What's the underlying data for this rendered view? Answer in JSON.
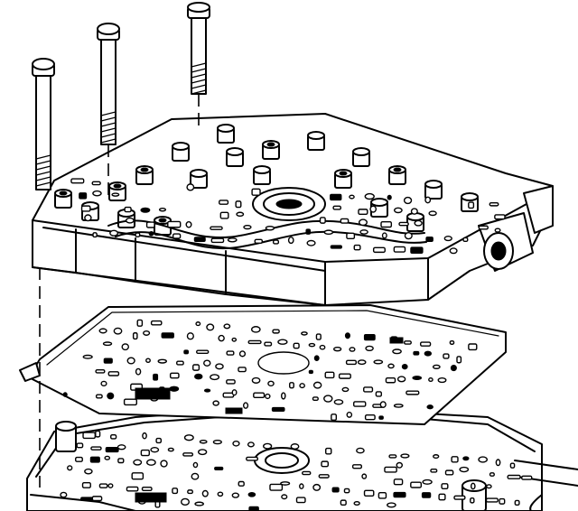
{
  "figure": {
    "components": [
      {
        "id": "bolt",
        "icon": "long-bolt-icon",
        "count": 3
      },
      {
        "id": "valve-body",
        "icon": "valve-body-icon"
      },
      {
        "id": "spacer-plate-gasket",
        "icon": "gasket-plate-icon"
      },
      {
        "id": "case-mounting-surface",
        "icon": "transmission-case-icon"
      }
    ],
    "colors": {
      "ink": "#000000",
      "paper": "#ffffff"
    }
  }
}
